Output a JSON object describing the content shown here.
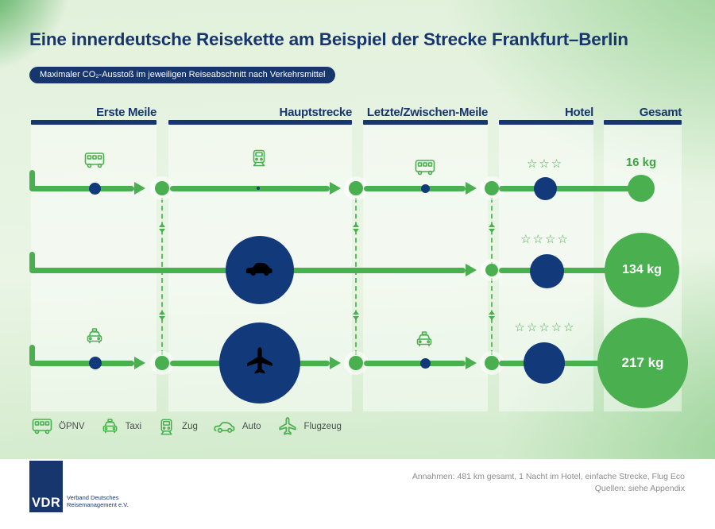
{
  "header": {
    "title": "Eine innerdeutsche Reisekette am Beispiel der Strecke Frankfurt–Berlin",
    "badge": "Maximaler CO₂-Ausstoß im jeweiligen Reiseabschnitt nach Verkehrsmittel"
  },
  "columns": [
    {
      "label": "Erste Meile"
    },
    {
      "label": "Hauptstrecke"
    },
    {
      "label": "Letzte/Zwischen-Meile"
    },
    {
      "label": "Hotel"
    },
    {
      "label": "Gesamt"
    }
  ],
  "rows": [
    {
      "stars": "☆☆☆",
      "total": "16 kg"
    },
    {
      "stars": "☆☆☆☆",
      "total": "134 kg"
    },
    {
      "stars": "☆☆☆☆☆",
      "total": "217 kg"
    }
  ],
  "legend": [
    {
      "label": "ÖPNV",
      "icon": "bus-icon"
    },
    {
      "label": "Taxi",
      "icon": "taxi-icon"
    },
    {
      "label": "Zug",
      "icon": "train-icon"
    },
    {
      "label": "Auto",
      "icon": "car-icon"
    },
    {
      "label": "Flugzeug",
      "icon": "plane-icon"
    }
  ],
  "footer": {
    "logo": "VDR",
    "org_line1": "Verband Deutsches",
    "org_line2": "Reisemanagement e.V.",
    "note1": "Annahmen: 481 km gesamt, 1 Nacht im Hotel, einfache Strecke, Flug Eco",
    "note2": "Quellen: siehe Appendix"
  },
  "colors": {
    "navy": "#123A7B",
    "navy_dark": "#17366E",
    "green": "#4AAF4F",
    "background_light_green": "#EAF5E5"
  },
  "chart_data": {
    "type": "table",
    "title": "Eine innerdeutsche Reisekette am Beispiel der Strecke Frankfurt–Berlin",
    "subtitle": "Maximaler CO₂-Ausstoß im jeweiligen Reiseabschnitt nach Verkehrsmittel",
    "columns": [
      "Erste Meile",
      "Hauptstrecke",
      "Letzte/Zwischen-Meile",
      "Hotel",
      "Gesamt"
    ],
    "rows": [
      {
        "erste_meile": "ÖPNV",
        "hauptstrecke": "Zug",
        "letzte_zwischen_meile": "ÖPNV",
        "hotel_sterne": 3,
        "gesamt_kg": 16
      },
      {
        "erste_meile": null,
        "hauptstrecke": "Auto",
        "letzte_zwischen_meile": null,
        "hotel_sterne": 4,
        "gesamt_kg": 134
      },
      {
        "erste_meile": "Taxi",
        "hauptstrecke": "Flugzeug",
        "letzte_zwischen_meile": "Taxi",
        "hotel_sterne": 5,
        "gesamt_kg": 217
      }
    ],
    "unit": "kg CO₂",
    "annotations": [
      "Annahmen: 481 km gesamt, 1 Nacht im Hotel, einfache Strecke, Flug Eco",
      "Quellen: siehe Appendix"
    ]
  }
}
